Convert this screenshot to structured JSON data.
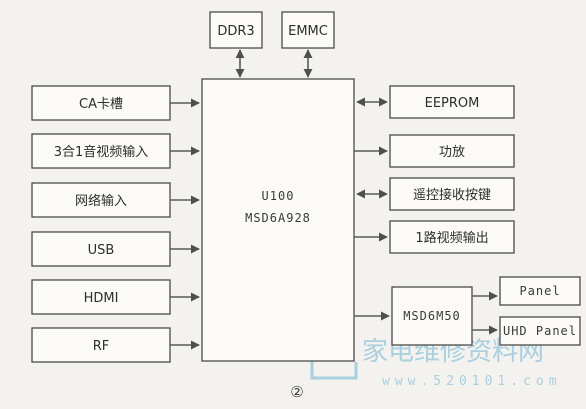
{
  "figure": {
    "chip": {
      "line1": "U100",
      "line2": "MSD6A928"
    },
    "top_blocks": [
      {
        "id": "ddr3",
        "label": "DDR3"
      },
      {
        "id": "emmc",
        "label": "EMMC"
      }
    ],
    "left_blocks": [
      {
        "id": "ca",
        "label": "CA卡槽"
      },
      {
        "id": "av3in1",
        "label": "3合1音视频输入"
      },
      {
        "id": "net",
        "label": "网络输入"
      },
      {
        "id": "usb",
        "label": "USB"
      },
      {
        "id": "hdmi",
        "label": "HDMI"
      },
      {
        "id": "rf",
        "label": "RF"
      }
    ],
    "right_blocks": [
      {
        "id": "eeprom",
        "label": "EEPROM",
        "dir": "both"
      },
      {
        "id": "amp",
        "label": "功放",
        "dir": "out"
      },
      {
        "id": "remote",
        "label": "遥控接收按键",
        "dir": "both"
      },
      {
        "id": "video-out",
        "label": "1路视频输出",
        "dir": "out"
      }
    ],
    "sub_chip": {
      "label": "MSD6M50"
    },
    "panels": [
      {
        "id": "panel",
        "label": "Panel"
      },
      {
        "id": "uhd-panel",
        "label": "UHD Panel"
      }
    ],
    "figure_number": "②"
  },
  "watermark": {
    "title": "家电维修资料网",
    "site": "www.520101.com"
  },
  "colors": {
    "stroke": "#4a4a4a",
    "watermark": "#a9cfe0"
  }
}
